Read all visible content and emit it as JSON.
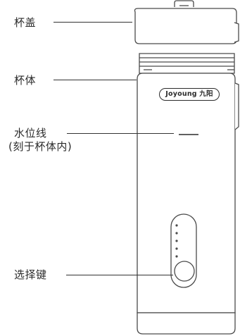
{
  "labels": {
    "lid": "杯盖",
    "body": "杯体",
    "water_line_1": "水位线",
    "water_line_2": "(刻于杯体内)",
    "select_key": "选择键"
  },
  "logo_text": "Joyoung 九阳",
  "colors": {
    "outline": "#4a4a4a",
    "fill": "#ffffff",
    "text": "#2b2b2b"
  }
}
